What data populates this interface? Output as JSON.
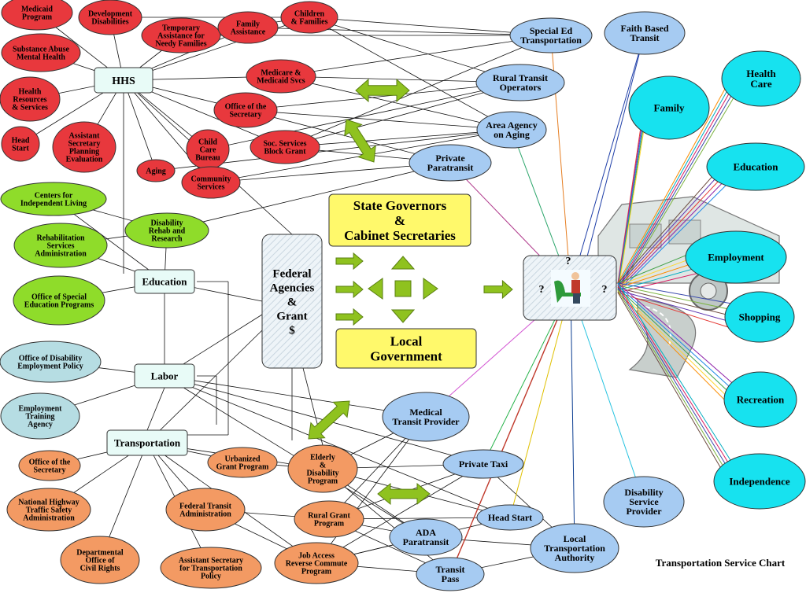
{
  "footer": {
    "title": "Transportation Service Chart"
  },
  "colors": {
    "hhs_program": "#e8383d",
    "education_program": "#8fdc2a",
    "labor_program": "#b6dde3",
    "transportation_program": "#f39a63",
    "provider": "#a6cbf2",
    "destination": "#17e2ef",
    "yellow_box": "#fff96b",
    "arrow": "#8fc21f"
  },
  "departments": {
    "hhs": "HHS",
    "education": "Education",
    "labor": "Labor",
    "transportation": "Transportation"
  },
  "federal_box": [
    "Federal",
    "Agencies",
    "&",
    "Grant",
    "$"
  ],
  "state_box": [
    "State Governors",
    "&",
    "Cabinet Secretaries"
  ],
  "local_box": [
    "Local",
    "Government"
  ],
  "rider_box": {
    "marks": [
      "?",
      "?",
      "?"
    ]
  },
  "hhs_programs": {
    "medicaid": [
      "Medicaid",
      "Program"
    ],
    "dev_disabilities": [
      "Development",
      "Disabilities"
    ],
    "tanf": [
      "Temporary",
      "Assistance for",
      "Needy Families"
    ],
    "family_assistance": [
      "Family",
      "Assistance"
    ],
    "children_families": [
      "Children",
      "& Families"
    ],
    "substance_abuse": [
      "Substance Abuse",
      "Mental Health"
    ],
    "hrsa": [
      "Health",
      "Resources",
      "& Services"
    ],
    "head_start_prog": [
      "Head",
      "Start"
    ],
    "aspe": [
      "Assistant",
      "Secretary",
      "Planning",
      "Evaluation"
    ],
    "medicare": [
      "Medicare &",
      "Medicaid Svcs"
    ],
    "hhs_office_sec": [
      "Office of the",
      "Secretary"
    ],
    "child_care": [
      "Child",
      "Care",
      "Bureau"
    ],
    "ssbg": [
      "Soc. Services",
      "Block Grant"
    ],
    "aging": [
      "Aging"
    ],
    "community_services": [
      "Community",
      "Services"
    ]
  },
  "education_programs": {
    "centers_il": [
      "Centers for",
      "Independent Living"
    ],
    "rsa": [
      "Rehabilitation",
      "Services",
      "Administration"
    ],
    "osep": [
      "Office of Special",
      "Education Programs"
    ],
    "disability_rehab": [
      "Disability",
      "Rehab and",
      "Research"
    ]
  },
  "labor_programs": {
    "odep": [
      "Office of Disability",
      "Employment Policy"
    ],
    "eta": [
      "Employment",
      "Training",
      "Agency"
    ]
  },
  "transportation_programs": {
    "dot_office_sec": [
      "Office of the",
      "Secretary"
    ],
    "nhtsa": [
      "National Highway",
      "Traffic Safety",
      "Administration"
    ],
    "docr": [
      "Departmental",
      "Office of",
      "Civil Rights"
    ],
    "urbanized": [
      "Urbanized",
      "Grant Program"
    ],
    "elderly": [
      "Elderly",
      "&",
      "Disability",
      "Program"
    ],
    "fta": [
      "Federal Transit",
      "Administration"
    ],
    "rural_grant": [
      "Rural Grant",
      "Program"
    ],
    "asst_sec_transp": [
      "Assistant Secretary",
      "for Transportation",
      "Policy"
    ],
    "jarc": [
      "Job Access",
      "Reverse Commute",
      "Program"
    ]
  },
  "providers": {
    "special_ed": [
      "Special Ed",
      "Transportation"
    ],
    "faith_based": [
      "Faith Based",
      "Transit"
    ],
    "rural_transit": [
      "Rural Transit",
      "Operators"
    ],
    "area_agency": [
      "Area Agency",
      "on Aging"
    ],
    "private_paratransit": [
      "Private",
      "Paratransit"
    ],
    "medical_transit": [
      "Medical",
      "Transit Provider"
    ],
    "private_taxi": [
      "Private Taxi"
    ],
    "head_start_prov": [
      "Head Start"
    ],
    "ada": [
      "ADA",
      "Paratransit"
    ],
    "transit_pass": [
      "Transit",
      "Pass"
    ],
    "lta": [
      "Local",
      "Transportation",
      "Authority"
    ],
    "dsp": [
      "Disability",
      "Service",
      "Provider"
    ]
  },
  "destinations": {
    "family": [
      "Family"
    ],
    "health_care": [
      "Health",
      "Care"
    ],
    "education_dest": [
      "Education"
    ],
    "employment": [
      "Employment"
    ],
    "shopping": [
      "Shopping"
    ],
    "recreation": [
      "Recreation"
    ],
    "independence": [
      "Independence"
    ]
  }
}
